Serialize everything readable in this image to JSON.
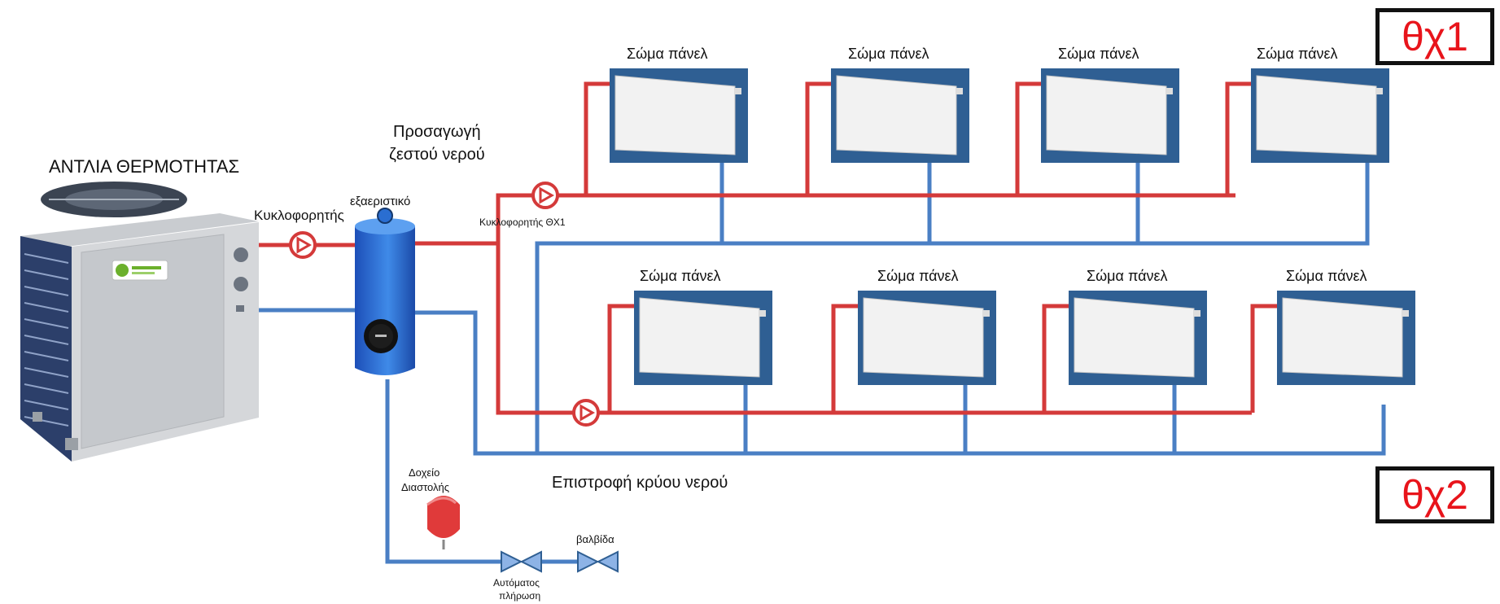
{
  "colors": {
    "hot_pipe": "#d43a3a",
    "cold_pipe": "#4a7fc4",
    "radiator_frame": "#2f5f93",
    "radiator_panel": "#f2f2f2",
    "zone_text": "#e8141b"
  },
  "labels": {
    "heat_pump": "ΑΝΤΛΙΑ ΘΕΡΜΟΤΗΤΑΣ",
    "circulator": "Κυκλοφορητής",
    "vent": "εξαεριστικό",
    "supply_line1": "Προσαγωγή",
    "supply_line2": "ζεστού νερού",
    "circulator_zone1": "Κυκλοφορητής ΘΧ1",
    "return": "Επιστροφή κρύου νερού",
    "expansion_line1": "Δοχείο",
    "expansion_line2": "Διαστολής",
    "valve": "βαλβίδα",
    "auto_fill_line1": "Αυτόματος",
    "auto_fill_line2": "πλήρωση"
  },
  "zones": {
    "zone1": "θχ1",
    "zone2": "θχ2"
  },
  "radiators": {
    "zone1": [
      "Σώμα πάνελ",
      "Σώμα πάνελ",
      "Σώμα πάνελ",
      "Σώμα πάνελ"
    ],
    "zone2": [
      "Σώμα πάνελ",
      "Σώμα πάνελ",
      "Σώμα πάνελ",
      "Σώμα πάνελ"
    ]
  }
}
